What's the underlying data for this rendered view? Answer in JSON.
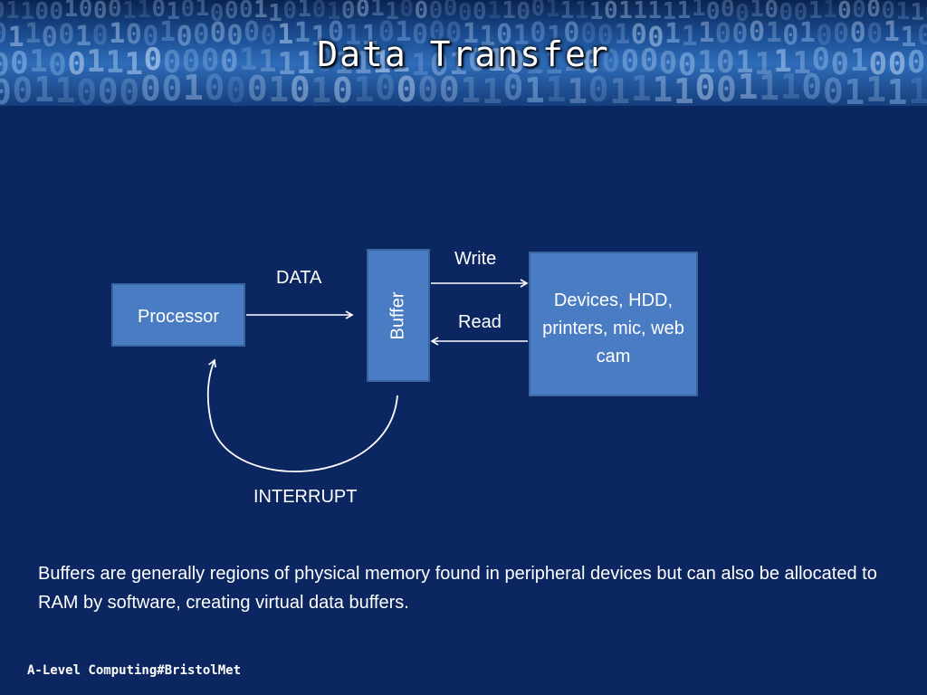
{
  "slide": {
    "title": "Data Transfer",
    "background_color": "#0c2661",
    "header_decoration": "binary-digits-background"
  },
  "diagram": {
    "nodes": {
      "processor": "Processor",
      "buffer": "Buffer",
      "devices": "Devices, HDD, printers, mic, web cam"
    },
    "edges": {
      "data": "DATA",
      "write": "Write",
      "read": "Read",
      "interrupt": "INTERRUPT"
    },
    "box_color": "#4a7cc3"
  },
  "body": {
    "text": "Buffers are generally regions of physical memory  found in peripheral devices but can also be allocated to RAM by software, creating virtual data buffers."
  },
  "footer": {
    "text": "A-Level Computing#BristolMet"
  }
}
